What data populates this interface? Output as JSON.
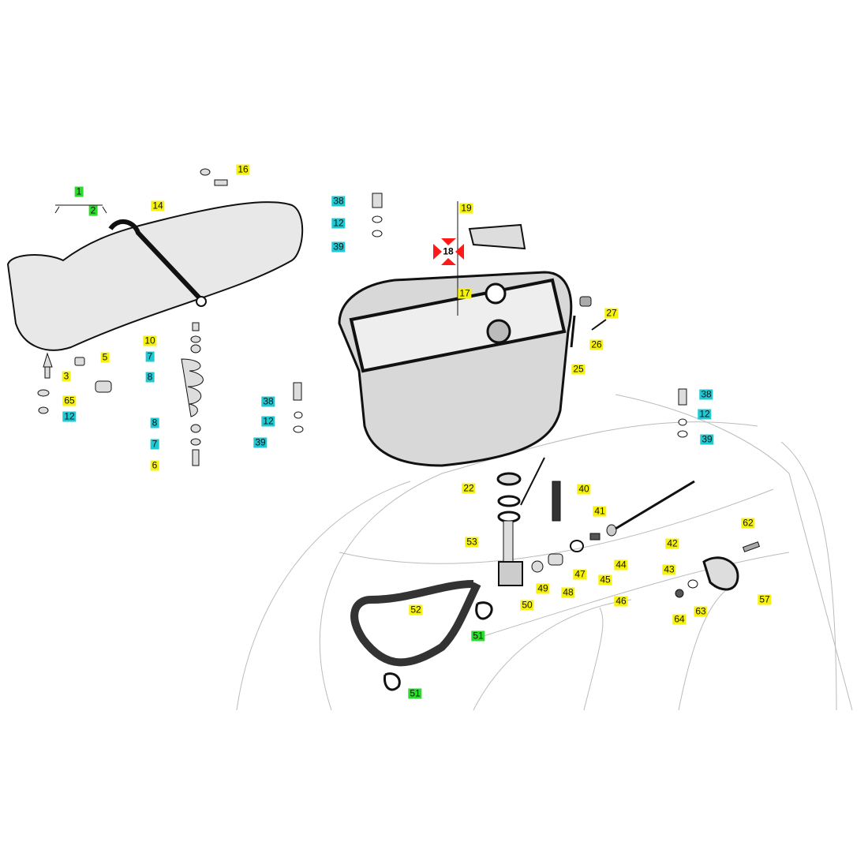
{
  "title": "Seat and fuel tank exploded parts diagram",
  "colors": {
    "yellow": "#f7f20a",
    "cyan": "#1fc9d4",
    "green": "#2bdd2b",
    "red": "#ff1a1a",
    "ink": "#1a1a1a"
  },
  "labels": [
    {
      "text": "1",
      "color": "green"
    },
    {
      "text": "2",
      "color": "green"
    },
    {
      "text": "14",
      "color": "yellow"
    },
    {
      "text": "16",
      "color": "yellow"
    },
    {
      "text": "10",
      "color": "yellow"
    },
    {
      "text": "7",
      "color": "cyan"
    },
    {
      "text": "8",
      "color": "cyan"
    },
    {
      "text": "5",
      "color": "yellow"
    },
    {
      "text": "3",
      "color": "yellow"
    },
    {
      "text": "65",
      "color": "yellow"
    },
    {
      "text": "12",
      "color": "cyan"
    },
    {
      "text": "8",
      "color": "cyan"
    },
    {
      "text": "7",
      "color": "cyan"
    },
    {
      "text": "6",
      "color": "yellow"
    },
    {
      "text": "38",
      "color": "cyan"
    },
    {
      "text": "12",
      "color": "cyan"
    },
    {
      "text": "39",
      "color": "cyan"
    },
    {
      "text": "19",
      "color": "yellow"
    },
    {
      "text": "18",
      "color": "red"
    },
    {
      "text": "17",
      "color": "yellow"
    },
    {
      "text": "27",
      "color": "yellow"
    },
    {
      "text": "26",
      "color": "yellow"
    },
    {
      "text": "25",
      "color": "yellow"
    },
    {
      "text": "38",
      "color": "cyan"
    },
    {
      "text": "12",
      "color": "cyan"
    },
    {
      "text": "39",
      "color": "cyan"
    },
    {
      "text": "38",
      "color": "cyan"
    },
    {
      "text": "12",
      "color": "cyan"
    },
    {
      "text": "39",
      "color": "cyan"
    },
    {
      "text": "22",
      "color": "yellow"
    },
    {
      "text": "40",
      "color": "yellow"
    },
    {
      "text": "41",
      "color": "yellow"
    },
    {
      "text": "53",
      "color": "yellow"
    },
    {
      "text": "42",
      "color": "yellow"
    },
    {
      "text": "62",
      "color": "yellow"
    },
    {
      "text": "43",
      "color": "yellow"
    },
    {
      "text": "44",
      "color": "yellow"
    },
    {
      "text": "47",
      "color": "yellow"
    },
    {
      "text": "49",
      "color": "yellow"
    },
    {
      "text": "48",
      "color": "yellow"
    },
    {
      "text": "45",
      "color": "yellow"
    },
    {
      "text": "46",
      "color": "yellow"
    },
    {
      "text": "50",
      "color": "yellow"
    },
    {
      "text": "52",
      "color": "yellow"
    },
    {
      "text": "57",
      "color": "yellow"
    },
    {
      "text": "64",
      "color": "yellow"
    },
    {
      "text": "63",
      "color": "yellow"
    },
    {
      "text": "51",
      "color": "green"
    },
    {
      "text": "51",
      "color": "green"
    }
  ]
}
